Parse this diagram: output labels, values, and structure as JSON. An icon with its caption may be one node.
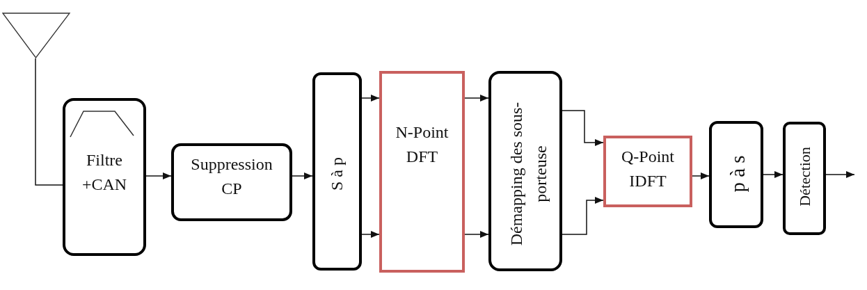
{
  "diagram": {
    "nodes": [
      {
        "text": [],
        "shape": "antenna"
      },
      {
        "text": [
          "Filtre +CAN"
        ]
      },
      {
        "text": [
          "Suppression CP"
        ]
      },
      {
        "text": [
          "S à p"
        ]
      },
      {
        "text": [
          "N-Point DFT"
        ]
      },
      {
        "text": [
          "Démapping des sous- porteuse"
        ]
      },
      {
        "text": [
          "Q-Point IDFT"
        ]
      },
      {
        "text": [
          "p à s"
        ]
      },
      {
        "text": [
          "Détection"
        ]
      }
    ],
    "edges": [
      {
        "from": 0,
        "to": 1,
        "arrow": "none"
      },
      {
        "from": 1,
        "to": 2,
        "arrow": "to"
      },
      {
        "from": 2,
        "to": 3,
        "arrow": "to"
      },
      {
        "from": 3,
        "to": 4,
        "arrow": "to"
      },
      {
        "from": 3,
        "to": 4,
        "arrow": "to"
      },
      {
        "from": 4,
        "to": 5,
        "arrow": "to"
      },
      {
        "from": 4,
        "to": 5,
        "arrow": "to"
      },
      {
        "from": 5,
        "to": 6,
        "arrow": "to"
      },
      {
        "from": 5,
        "to": 6,
        "arrow": "to"
      },
      {
        "from": 6,
        "to": 7,
        "arrow": "to"
      },
      {
        "from": 7,
        "to": 8,
        "arrow": "to"
      },
      {
        "from": 8,
        "to": null,
        "arrow": "to"
      }
    ]
  }
}
